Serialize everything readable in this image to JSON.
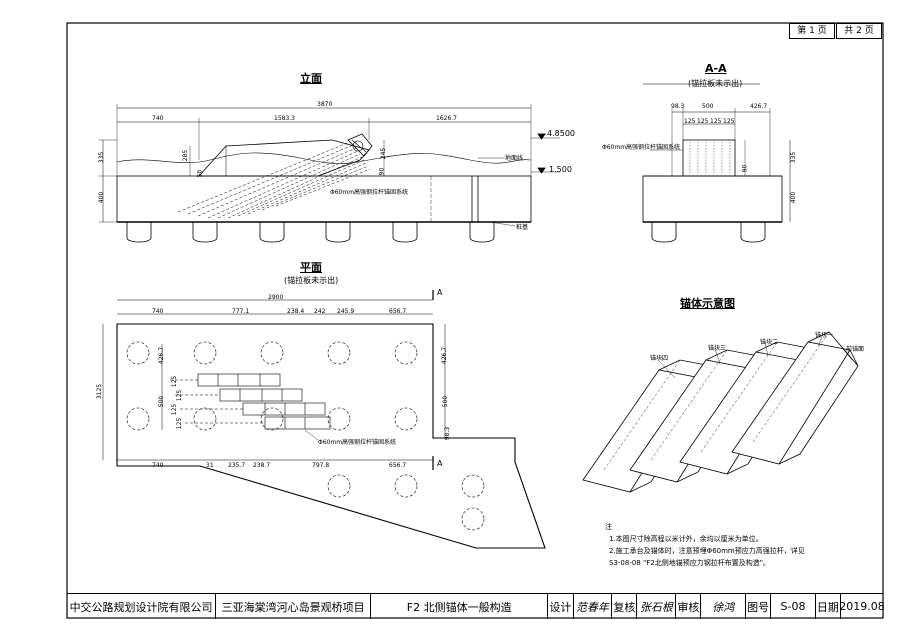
{
  "page_numbers": {
    "current": "第 1 页",
    "total": "共 2 页"
  },
  "elevation": {
    "title": "立面",
    "dims_top": {
      "overall": "3870",
      "left": "740",
      "middle": "1583.3",
      "right": "1626.7"
    },
    "dims_left": {
      "top": "335",
      "bottom": "400"
    },
    "dims_inner": {
      "d285": "285",
      "d50": "50",
      "d245": "245",
      "d90": "90"
    },
    "elev_top": "4.8500",
    "elev_mid": "1.500",
    "ground_line": "地面线",
    "pile_label": "桩基",
    "tendon_label": "Φ60mm高强钢拉杆锚固系统"
  },
  "section_aa": {
    "title": "A-A",
    "subtitle": "(锚拉板未示出)",
    "dims_top": {
      "left": "98.3",
      "middle": "500",
      "right": "426.7"
    },
    "dims_sub": [
      "125",
      "125",
      "125",
      "125"
    ],
    "dims_right": {
      "top": "335",
      "bottom": "400"
    },
    "dims_inner": {
      "d90": "90"
    },
    "tendon_label": "Φ60mm高强钢拉杆锚固系统"
  },
  "plan": {
    "title": "平面",
    "subtitle": "(锚拉板未示出)",
    "dims_top": {
      "overall": "2900",
      "a": "740",
      "b": "777.1",
      "c": "238.4",
      "d": "242",
      "e": "245.9",
      "f": "656.7"
    },
    "dims_bottom": {
      "a": "740",
      "b": "31",
      "c": "235.7",
      "d": "238.7",
      "e": "797.8",
      "f": "656.7"
    },
    "dims_left": {
      "overall": "3125",
      "top": "426.7",
      "mid": "500"
    },
    "dims_left_small": [
      "125",
      "125",
      "125",
      "125"
    ],
    "dims_right": {
      "top": "426.7",
      "mid": "500",
      "low": "98.3"
    },
    "section_mark": "A",
    "tendon_label": "Φ60mm高强钢拉杆锚固系统"
  },
  "anchor_schematic": {
    "title": "锚体示意图",
    "labels": [
      "锚块四",
      "锚块三",
      "锚块二",
      "锚块一",
      "前锚面"
    ]
  },
  "notes": {
    "heading": "注",
    "lines": [
      "1.本图尺寸除高程以米计外，余均以厘米为单位。",
      "2.施工承台及锚体时，注意预埋Φ60mm预应力高强拉杆，详见",
      "S3-08-08 \"F2北侧地锚预应力钢拉杆布置及构造\"。"
    ]
  },
  "title_block": {
    "company": "中交公路规划设计院有限公司",
    "project": "三亚海棠湾河心岛景观桥项目",
    "drawing": "F2 北侧锚体一般构造",
    "design_label": "设计",
    "design_sig": "范春年",
    "review_label": "复核",
    "review_sig": "张石根",
    "approve_label": "审核",
    "approve_sig": "徐鸿",
    "no_label": "图号",
    "no_value": "S-08",
    "date_label": "日期",
    "date_value": "2019.08"
  }
}
